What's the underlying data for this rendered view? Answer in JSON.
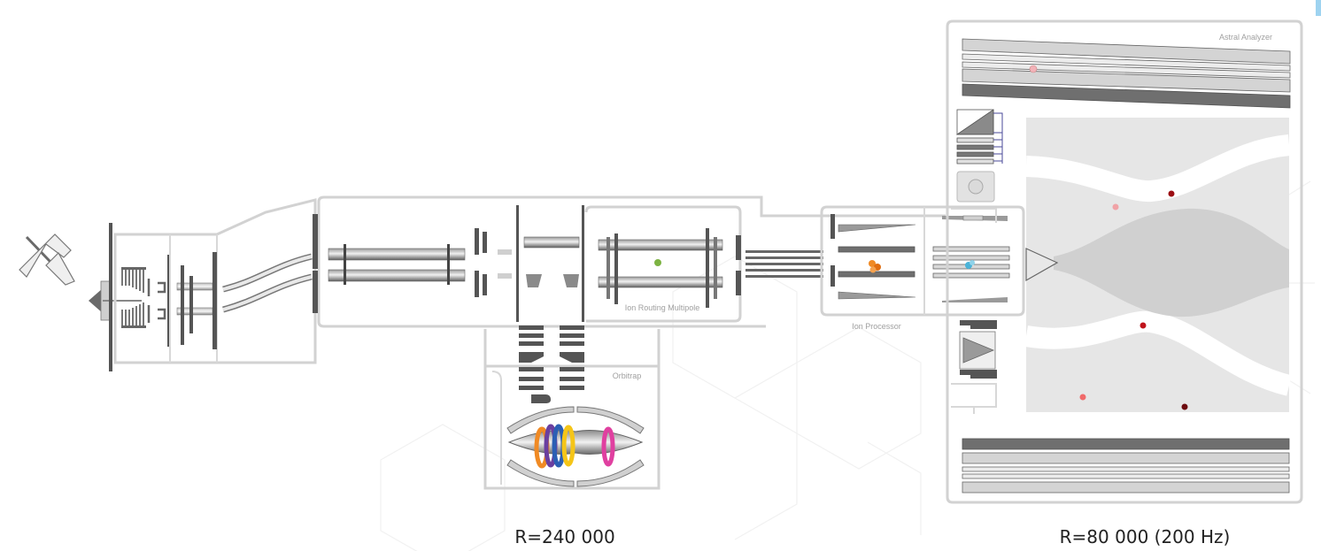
{
  "labels": {
    "astral_analyzer": "Astral Analyzer",
    "ion_routing_multipole": "Ion Routing Multipole",
    "orbitrap": "Orbitrap",
    "ion_processor": "Ion Processor",
    "orbitrap_resolution": "R=240 000",
    "astral_resolution": "R=80 000 (200 Hz)"
  },
  "colors": {
    "frame": "#d2d2d2",
    "component_dark": "#555555",
    "component_light": "#d8d8d8",
    "astral_path": "#e4e4e4",
    "ion_green": "#7cb342",
    "ion_orange": "#f08a24",
    "ion_blue": "#4bb3d8",
    "ion_red": "#c0141c",
    "ion_dark_red": "#7a0b10",
    "ion_pink": "#f08080",
    "ring_orange": "#f08a24",
    "ring_purple": "#6a3fa0",
    "ring_blue": "#2b5fb4",
    "ring_yellow": "#f5c518",
    "ring_magenta": "#e040a0"
  }
}
